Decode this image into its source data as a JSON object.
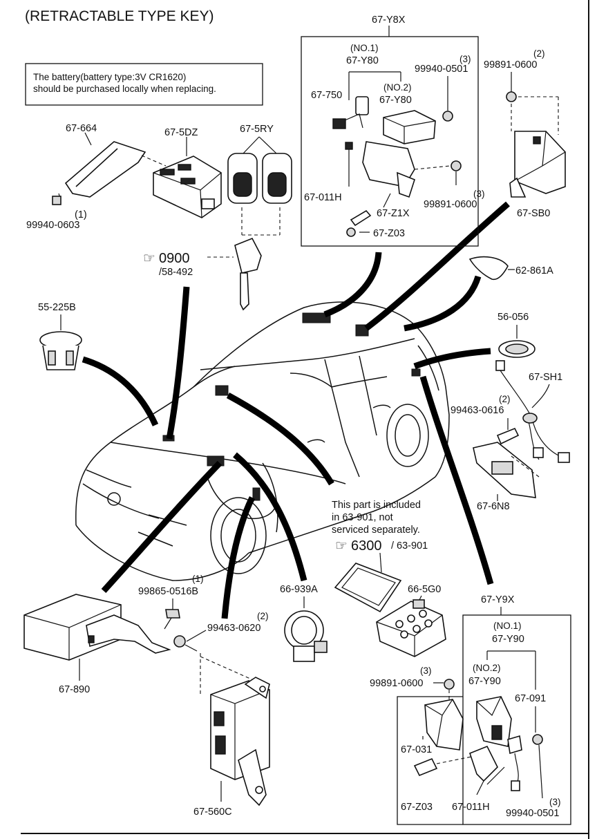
{
  "title": "(RETRACTABLE TYPE KEY)",
  "battery_note": {
    "line1": "The battery(battery type:3V CR1620)",
    "line2": "should be purchased locally when replacing."
  },
  "refs": {
    "key_ref_number": "0900",
    "key_ref_sub": "/58-492",
    "sensor_ref_number": "6300",
    "sensor_ref_sub": "/ 63-901"
  },
  "included_note": {
    "line1": "This part is included",
    "line2": "in  63-901, not",
    "line3": "serviced separately."
  },
  "parts": {
    "p67_664": "67-664",
    "p99940_0603": "99940-0603",
    "p99940_0603_qty": "(1)",
    "p67_5DZ": "67-5DZ",
    "p67_5RY": "67-5RY",
    "p67_Y8X": "67-Y8X",
    "y8x_no1": "(NO.1)",
    "y8x_no1_part": "67-Y80",
    "y8x_no2": "(NO.2)",
    "y8x_no2_part": "67-Y80",
    "y8x_750": "67-750",
    "y8x_99940_0501_qty": "(3)",
    "y8x_99940_0501": "99940-0501",
    "y8x_011H": "67-011H",
    "y8x_99891_0600_qty": "(3)",
    "y8x_99891_0600": "99891-0600",
    "y8x_Z1X": "67-Z1X",
    "y8x_Z03": "67-Z03",
    "p99891_0600_top_qty": "(2)",
    "p99891_0600_top": "99891-0600",
    "p67_SB0": "67-SB0",
    "p62_861A": "62-861A",
    "p55_225B": "55-225B",
    "p56_056": "56-056",
    "p67_SH1": "67-SH1",
    "p99463_0616_qty": "(2)",
    "p99463_0616": "99463-0616",
    "p67_6N8": "67-6N8",
    "p99865_0516B_qty": "(1)",
    "p99865_0516B": "99865-0516B",
    "p99463_0620_qty": "(2)",
    "p99463_0620": "99463-0620",
    "p67_890": "67-890",
    "p66_939A": "66-939A",
    "p66_5G0": "66-5G0",
    "p67_560C": "67-560C",
    "p67_Y9X": "67-Y9X",
    "y9x_no1": "(NO.1)",
    "y9x_no1_part": "67-Y90",
    "y9x_no2": "(NO.2)",
    "y9x_no2_part": "67-Y90",
    "y9x_091": "67-091",
    "y9x_99891_0600_qty": "(3)",
    "y9x_99891_0600": "99891-0600",
    "y9x_031": "67-031",
    "y9x_Z03": "67-Z03",
    "y9x_011H": "67-011H",
    "y9x_99940_0501_qty": "(3)",
    "y9x_99940_0501": "99940-0501"
  }
}
